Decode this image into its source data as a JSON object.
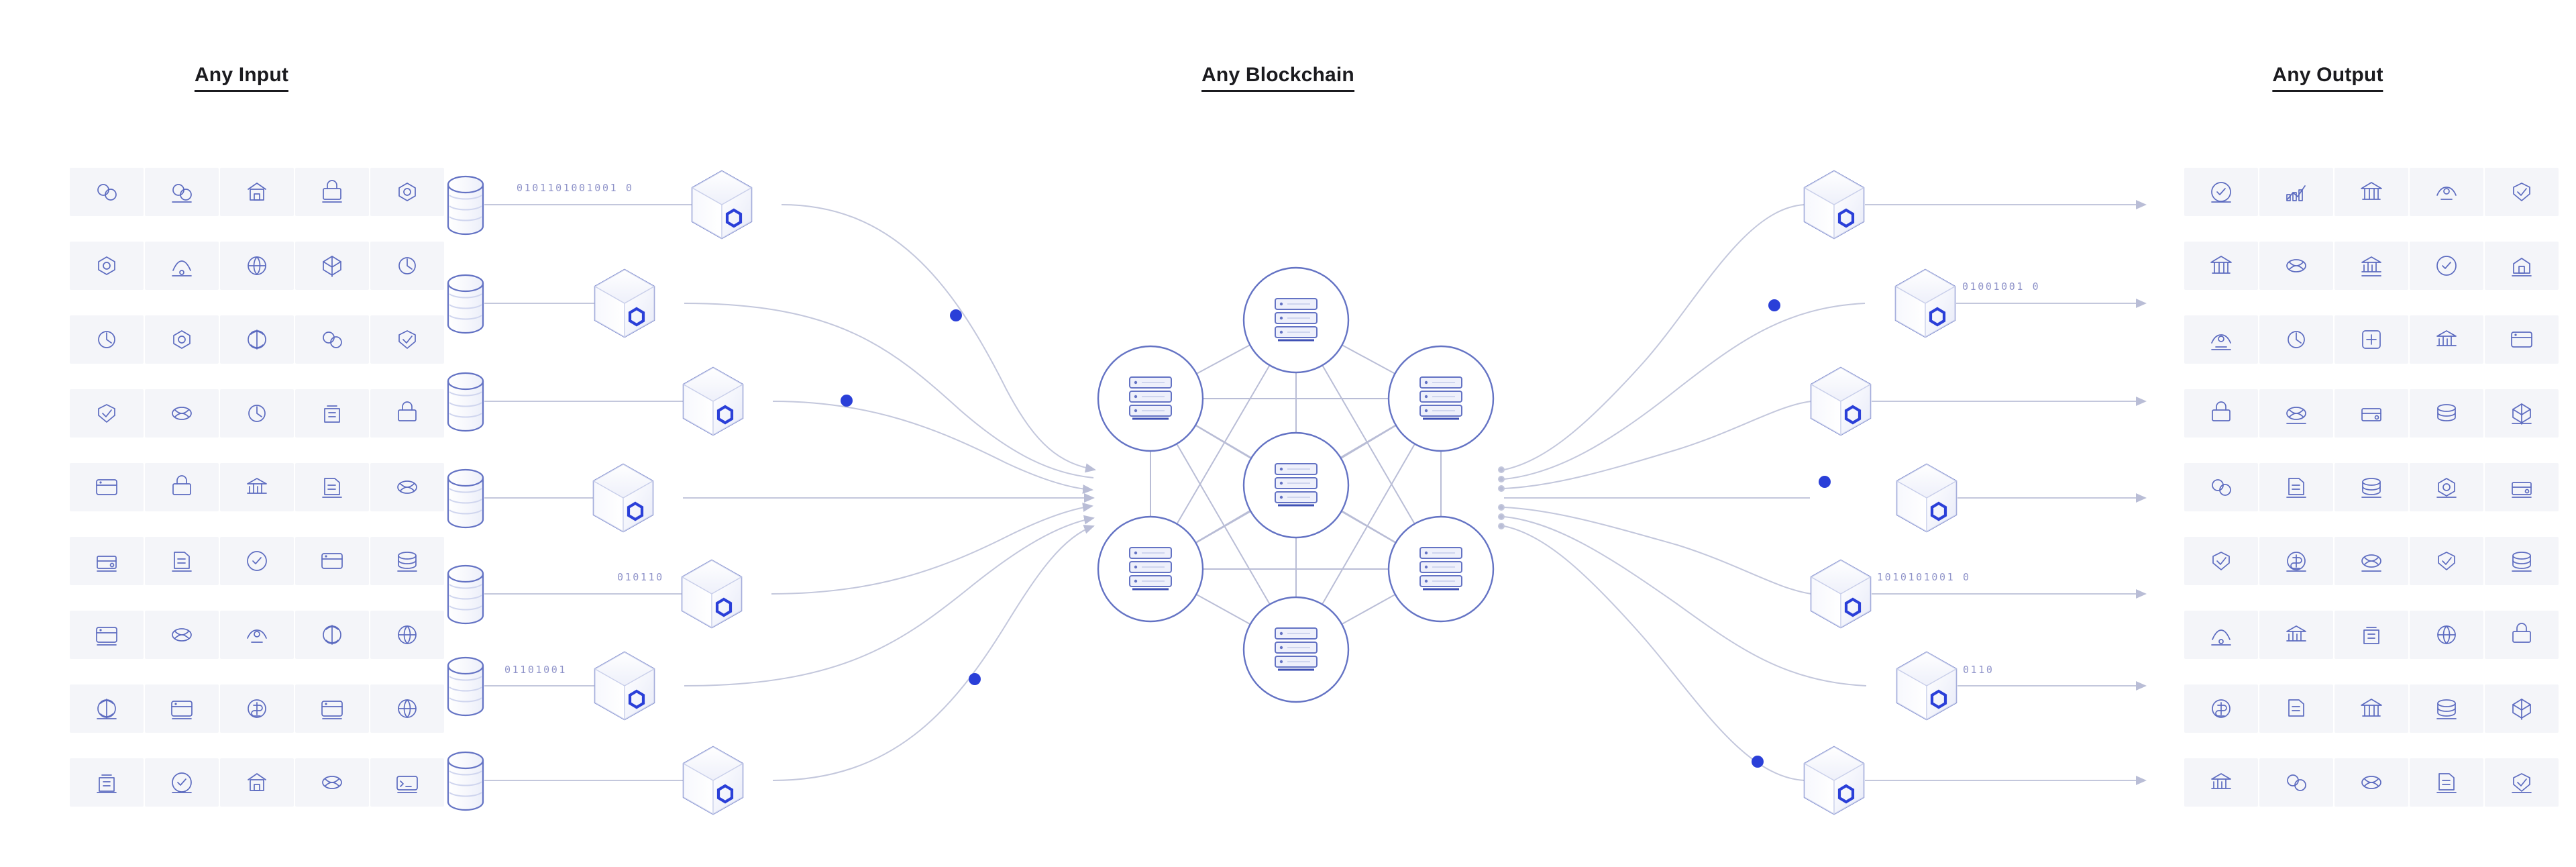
{
  "headings": {
    "input": "Any Input",
    "blockchain": "Any Blockchain",
    "output": "Any Output"
  },
  "colors": {
    "icon_stroke": "#5c6bc0",
    "icon_tile_bg": "#f4f5f9",
    "line": "#b9bdd6",
    "node_stroke": "#6473c4",
    "accent_dot": "#2a3fd8",
    "heading_text": "#1b1b1f",
    "page_bg": "#ffffff"
  },
  "input_flow": {
    "rows": [
      {
        "binary": "0101101001001 0",
        "database": "database-cylinder",
        "block": "blockchain-cube"
      },
      {
        "binary": "",
        "database": "database-cylinder",
        "block": "blockchain-cube"
      },
      {
        "binary": "",
        "database": "database-cylinder",
        "block": "blockchain-cube"
      },
      {
        "binary": "",
        "database": "database-cylinder",
        "block": "blockchain-cube"
      },
      {
        "binary": "010110",
        "database": "database-cylinder",
        "block": "blockchain-cube"
      },
      {
        "binary": "01101001",
        "database": "database-cylinder",
        "block": "blockchain-cube"
      },
      {
        "binary": "",
        "database": "database-cylinder",
        "block": "blockchain-cube"
      }
    ],
    "accent_dot_count": 3
  },
  "blockchain_network": {
    "node_icon": "server-stack-icon",
    "node_count": 7,
    "nodes": [
      {
        "id": "node-top",
        "label": "server-node"
      },
      {
        "id": "node-upper-left",
        "label": "server-node"
      },
      {
        "id": "node-upper-right",
        "label": "server-node"
      },
      {
        "id": "node-center",
        "label": "server-node"
      },
      {
        "id": "node-lower-left",
        "label": "server-node"
      },
      {
        "id": "node-lower-right",
        "label": "server-node"
      },
      {
        "id": "node-bottom",
        "label": "server-node"
      }
    ]
  },
  "output_flow": {
    "rows": [
      {
        "binary": "",
        "block": "blockchain-cube"
      },
      {
        "binary": "01001001 0",
        "block": "blockchain-cube"
      },
      {
        "binary": "",
        "block": "blockchain-cube"
      },
      {
        "binary": "",
        "block": "blockchain-cube"
      },
      {
        "binary": "1010101001 0",
        "block": "blockchain-cube"
      },
      {
        "binary": "0110",
        "block": "blockchain-cube"
      },
      {
        "binary": "",
        "block": "blockchain-cube"
      }
    ],
    "accent_dot_count": 3
  },
  "left_icons": [
    "analytics-chart-icon",
    "money-coins-icon",
    "invoice-document-icon",
    "growth-coins-chart-icon",
    "compass-icon",
    "solar-panel-icon",
    "car-insurance-icon",
    "auction-gavel-icon",
    "contract-signature-icon",
    "landscape-photo-icon",
    "thermometer-icon",
    "insurance-umbrella-people-icon",
    "smart-lock-device-icon",
    "delivery-timer-truck-icon",
    "rain-cloud-icon",
    "global-transport-icon",
    "telescope-icon",
    "binary-people-icon",
    "package-cart-icon",
    "gold-bars-icon",
    "basketball-hoop-icon",
    "money-transfer-icon",
    "wind-turbine-icon",
    "storage-container-icon",
    "gem-network-icon",
    "handshake-deal-icon",
    "earnings-laptop-icon",
    "solar-field-icon",
    "football-icon",
    "stethoscope-icon",
    "globe-flight-icon",
    "atom-icon",
    "soccer-ball-icon",
    "database-sync-icon",
    "weather-field-icon",
    "map-location-icon",
    "bitcoin-blocks-icon",
    "medical-monitor-icon",
    "mining-rig-icon",
    "industrial-plant-icon",
    "temperature-sensor-icon",
    "code-window-icon",
    "heartbeat-cloud-icon",
    "money-photo-icon",
    "user-card-icon"
  ],
  "right_icons": [
    "office-building-icon",
    "payment-terminal-icon",
    "dollar-sign-icon",
    "bank-transfer-icon",
    "server-cloud-icon",
    "global-payment-icon",
    "verified-card-icon",
    "ethereum-icon",
    "terminal-window-icon",
    "bank-classic-icon",
    "document-search-icon",
    "money-fly-icon",
    "checklist-screen-icon",
    "globe-icon",
    "euro-sign-icon",
    "cloud-lock-icon",
    "bitcoin-icon",
    "stock-monitor-icon",
    "global-bank-icon",
    "capitol-building-icon",
    "database-icon",
    "bank-dome-icon",
    "tether-icon",
    "wallet-icon",
    "server-rack-icon",
    "settings-cloud-icon",
    "blocks-cubes-icon",
    "gears-icon",
    "dai-coin-icon",
    "city-buildings-icon",
    "cloud-check-icon",
    "museum-bank-icon",
    "government-dome-icon",
    "pound-sign-icon",
    "video-send-icon",
    "microchip-icon",
    "yen-sign-icon",
    "server-units-icon",
    "receipt-icon",
    "bridge-icon",
    "network-lock-icon",
    "global-dollar-icon",
    "hard-drive-icon",
    "news-window-icon",
    "coins-stack-icon"
  ]
}
